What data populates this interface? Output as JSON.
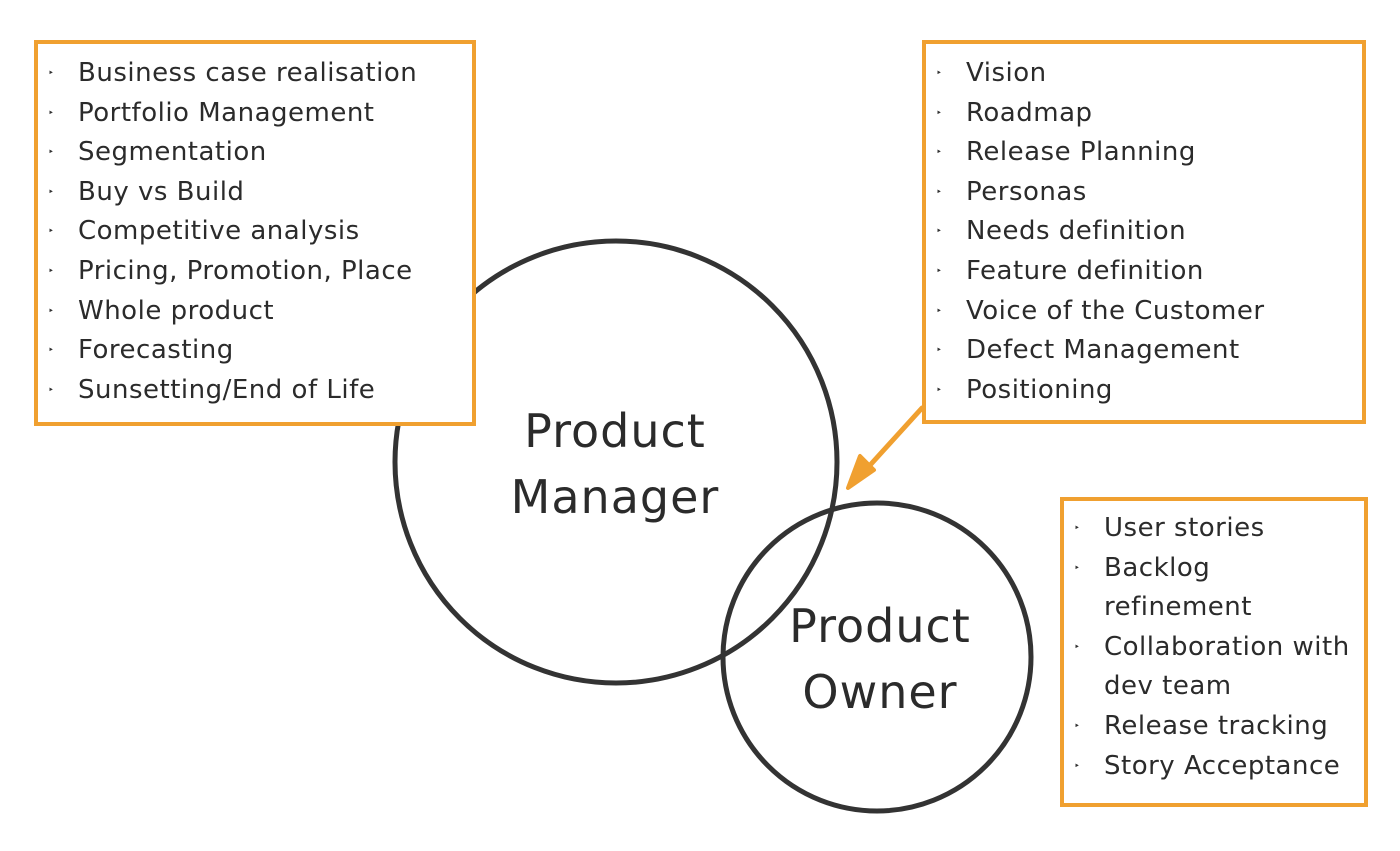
{
  "diagram": {
    "product_manager_label_lines": [
      "Product",
      "Manager"
    ],
    "product_owner_label_lines": [
      "Product",
      "Owner"
    ],
    "product_manager_items": [
      "Business case realisation",
      "Portfolio Management",
      "Segmentation",
      "Buy vs Build",
      "Competitive analysis",
      "Pricing, Promotion, Place",
      "Whole product",
      "Forecasting",
      "Sunsetting/End of Life"
    ],
    "shared_items": [
      "Vision",
      "Roadmap",
      "Release Planning",
      "Personas",
      "Needs definition",
      "Feature definition",
      "Voice of the Customer",
      "Defect Management",
      "Positioning"
    ],
    "product_owner_items": [
      "User stories",
      "Backlog refinement",
      "Collaboration with dev team",
      "Release tracking",
      "Story Acceptance"
    ],
    "bullet_glyph": "‣",
    "colors": {
      "box_border": "#f0a030",
      "arrow": "#f0a030",
      "circle_stroke": "#333333",
      "text": "#2b2b2b"
    }
  }
}
